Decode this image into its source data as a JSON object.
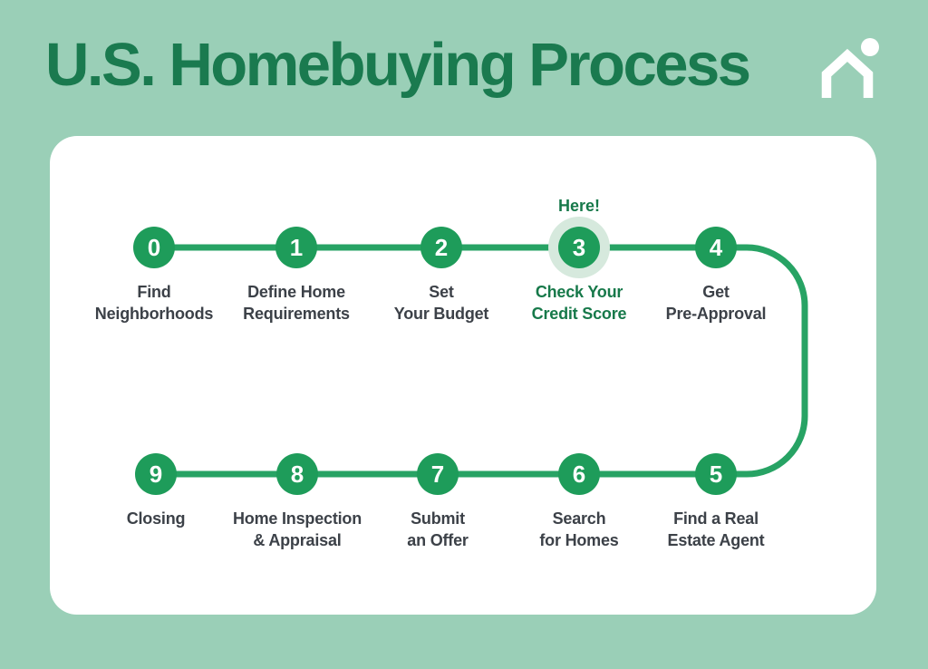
{
  "header": {
    "title": "U.S. Homebuying Process"
  },
  "logo": {
    "icon": "house-with-dot-icon"
  },
  "colors": {
    "background": "#9ACFB7",
    "title_green": "#1A7A4F",
    "circle_green": "#1E9C5A",
    "line_green": "#27A364",
    "halo_green": "#D6E9DD",
    "label_dark": "#3C4148",
    "highlight_green": "#17794A",
    "card_white": "#FFFFFF"
  },
  "flow": {
    "here_label": "Here!",
    "steps": [
      {
        "number": "0",
        "lines": [
          "Find",
          "Neighborhoods"
        ],
        "highlight": false
      },
      {
        "number": "1",
        "lines": [
          "Define Home",
          "Requirements"
        ],
        "highlight": false
      },
      {
        "number": "2",
        "lines": [
          "Set",
          "Your Budget"
        ],
        "highlight": false
      },
      {
        "number": "3",
        "lines": [
          "Check Your",
          "Credit Score"
        ],
        "highlight": true
      },
      {
        "number": "4",
        "lines": [
          "Get",
          "Pre-Approval"
        ],
        "highlight": false
      },
      {
        "number": "5",
        "lines": [
          "Find a Real",
          "Estate Agent"
        ],
        "highlight": false
      },
      {
        "number": "6",
        "lines": [
          "Search",
          "for Homes"
        ],
        "highlight": false
      },
      {
        "number": "7",
        "lines": [
          "Submit",
          "an Offer"
        ],
        "highlight": false
      },
      {
        "number": "8",
        "lines": [
          "Home Inspection",
          "& Appraisal"
        ],
        "highlight": false
      },
      {
        "number": "9",
        "lines": [
          "Closing"
        ],
        "highlight": false
      }
    ]
  }
}
